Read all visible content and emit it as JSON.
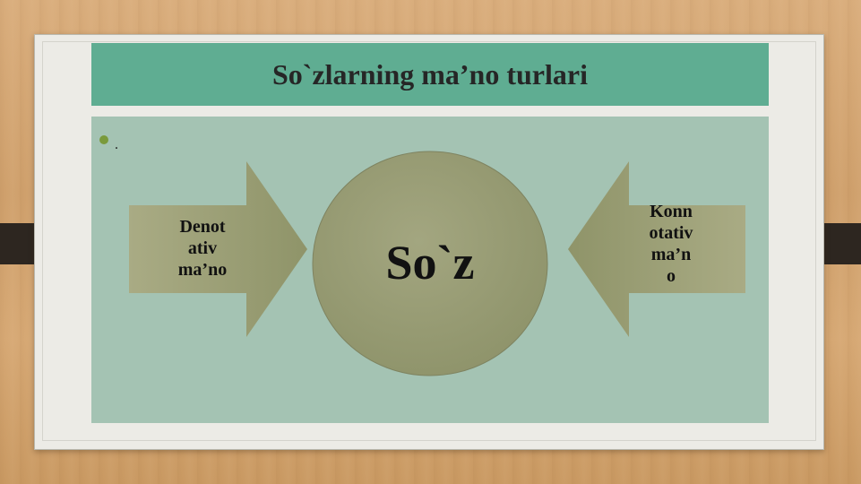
{
  "slide": {
    "title": "So`zlarning ma’no turlari",
    "bullet_text": "."
  },
  "diagram": {
    "center_label": "So`z",
    "left_arrow_label": [
      "Denot",
      "ativ",
      "ma’no"
    ],
    "right_arrow_label": [
      "Konn",
      "otativ",
      "ma’n",
      "o"
    ]
  },
  "colors": {
    "title_bar": "#5fad92",
    "panel": "#a4c3b3",
    "shape_fill": "#9a9f76",
    "bullet": "#7a9a3c"
  }
}
